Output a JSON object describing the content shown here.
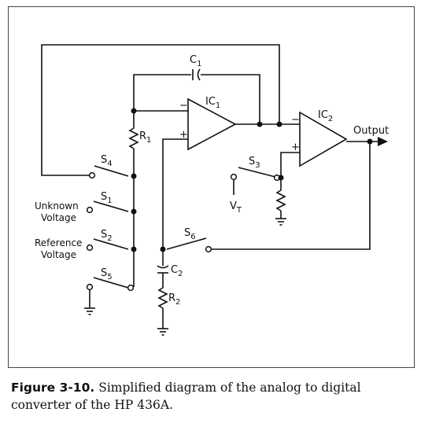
{
  "components": {
    "c1": {
      "name": "C",
      "sub": "1"
    },
    "c2": {
      "name": "C",
      "sub": "2"
    },
    "r1": {
      "name": "R",
      "sub": "1"
    },
    "r2": {
      "name": "R",
      "sub": "2"
    },
    "ic1": {
      "name": "IC",
      "sub": "1"
    },
    "ic2": {
      "name": "IC",
      "sub": "2"
    },
    "s1": {
      "name": "S",
      "sub": "1"
    },
    "s2": {
      "name": "S",
      "sub": "2"
    },
    "s3": {
      "name": "S",
      "sub": "3"
    },
    "s4": {
      "name": "S",
      "sub": "4"
    },
    "s5": {
      "name": "S",
      "sub": "5"
    },
    "s6": {
      "name": "S",
      "sub": "6"
    },
    "vt": {
      "name": "V",
      "sub": "T"
    }
  },
  "labels": {
    "unknown_voltage_line1": "Unknown",
    "unknown_voltage_line2": "Voltage",
    "reference_voltage_line1": "Reference",
    "reference_voltage_line2": "Voltage",
    "output": "Output",
    "minus": "−",
    "plus": "+"
  },
  "caption": {
    "label": "Figure 3-10.",
    "text": "Simplified diagram of the analog to digital converter of the HP 436A."
  }
}
